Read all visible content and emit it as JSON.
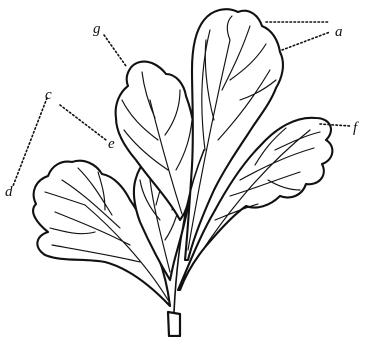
{
  "labels": {
    "a": "a",
    "c": "c",
    "d": "d",
    "e": "e",
    "f": "f",
    "g": "g"
  }
}
